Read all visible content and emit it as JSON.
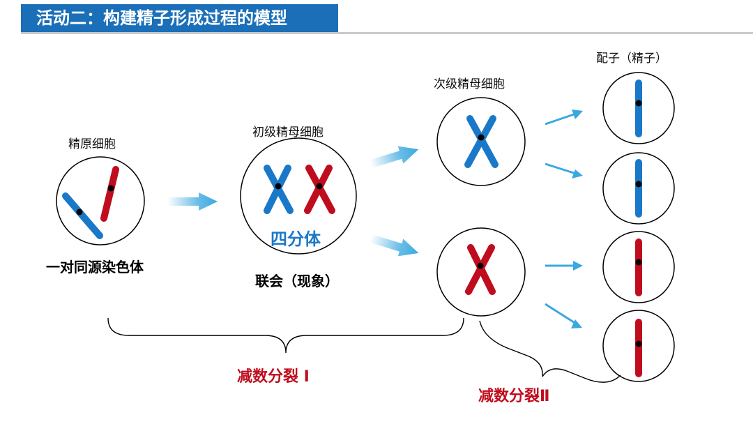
{
  "header": {
    "title": "活动二：构建精子形成过程的模型"
  },
  "labels": {
    "spermatogonium": "精原细胞",
    "primary_spermatocyte": "初级精母细胞",
    "secondary_spermatocyte": "次级精母细胞",
    "gamete": "配子（精子）",
    "homologous_pair": "一对同源染色体",
    "tetrad": "四分体",
    "synapsis": "联会（现象）",
    "meiosis_1": "减数分裂 I",
    "meiosis_2": "减数分裂Ⅱ"
  },
  "colors": {
    "header": "#1a6fb8",
    "chromosome_blue": "#1a78c8",
    "chromosome_red": "#c00d1e",
    "arrow": "#3aa8e0",
    "red_text": "#c00d1e"
  }
}
